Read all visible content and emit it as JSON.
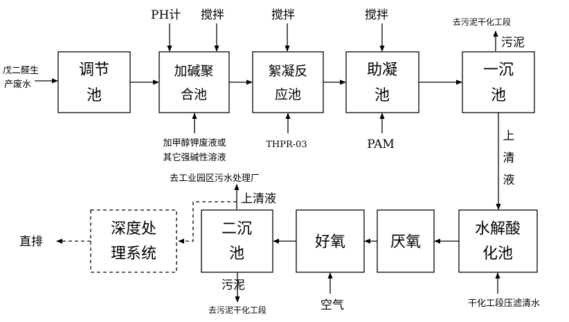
{
  "nodes": {
    "regulating_tank": [
      "调节",
      "池"
    ],
    "alkali_polymer_tank": [
      "加碱聚",
      "合池"
    ],
    "flocculation_tank": [
      "絮凝反",
      "应池"
    ],
    "coagulation_aid_tank": [
      "助凝",
      "池"
    ],
    "primary_settling_tank": [
      "一沉",
      "池"
    ],
    "hydrolysis_acidification_tank": [
      "水解酸",
      "化池"
    ],
    "anoxic_tank": "厌氧",
    "aerobic_tank": "好氧",
    "secondary_settling_tank": [
      "二沉",
      "池"
    ],
    "advanced_treatment_system": [
      "深度处",
      "理系统"
    ]
  },
  "labels": {
    "wastewater_input": [
      "戊二醛生",
      "产废水"
    ],
    "ph_meter": "PH计",
    "stir_1": "搅拌",
    "stir_2": "搅拌",
    "stir_3": "搅拌",
    "alkali_input": [
      "加甲醇钾废液或",
      "其它强碱性溶液"
    ],
    "thpr": "THPR-03",
    "pam": "PAM",
    "sludge_1": "污泥",
    "to_sludge_drying_1": "去污泥干化工段",
    "supernatant_1": [
      "上",
      "清",
      "液"
    ],
    "drying_filtrate": "干化工段压滤清水",
    "air": "空气",
    "sludge_2": "污泥",
    "to_sludge_drying_2": "去污泥干化工段",
    "supernatant_2": "上清液",
    "to_park_wwtp": "去工业园区污水处理厂",
    "direct_discharge": "直排"
  }
}
